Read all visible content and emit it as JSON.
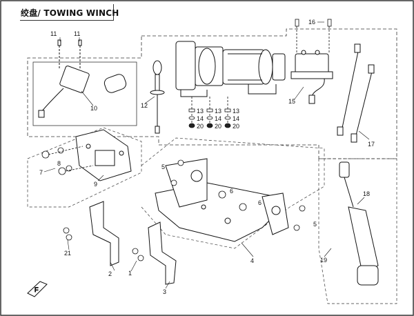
{
  "title": "绞盘/ TOWING WINCH",
  "callouts": [
    "1",
    "2",
    "3",
    "4",
    "5",
    "5",
    "6",
    "6",
    "7",
    "8",
    "9",
    "10",
    "11",
    "11",
    "12",
    "13",
    "13",
    "13",
    "14",
    "14",
    "14",
    "15",
    "16",
    "17",
    "18",
    "19",
    "20",
    "20",
    "20",
    "21"
  ],
  "parts": {
    "p1": "1",
    "p2": "2",
    "p3": "3",
    "p4": "4",
    "p5a": "5",
    "p5b": "5",
    "p6a": "6",
    "p6b": "6",
    "p7": "7",
    "p8": "8",
    "p9": "9",
    "p10": "10",
    "p11a": "11",
    "p11b": "11",
    "p12": "12",
    "p13a": "13",
    "p13b": "13",
    "p13c": "13",
    "p14a": "14",
    "p14b": "14",
    "p14c": "14",
    "p15": "15",
    "p16": "16",
    "p17": "17",
    "p18": "18",
    "p19": "19",
    "p20a": "20",
    "p20b": "20",
    "p20c": "20",
    "p21": "21"
  }
}
